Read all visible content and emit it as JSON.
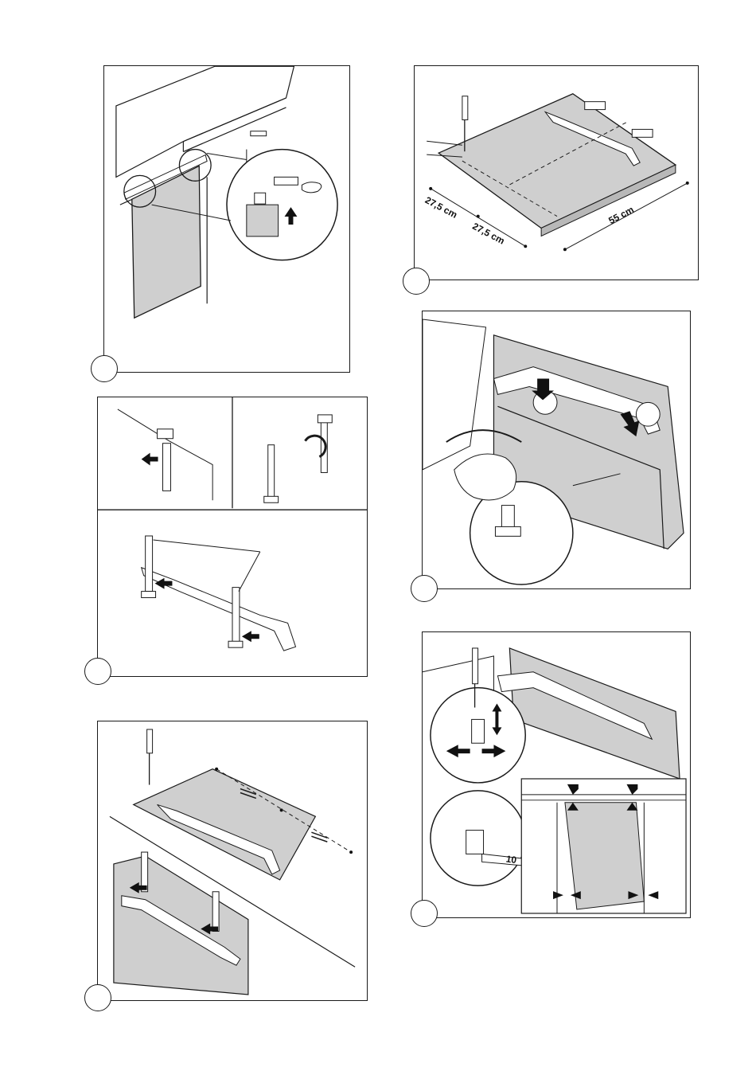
{
  "colors": {
    "panel_fill": "#cfcfcf",
    "line": "#1a1a1a",
    "background": "#ffffff"
  },
  "figure_b": {
    "dimension_left_1": "27,5 cm",
    "dimension_left_2": "27,5 cm",
    "dimension_right": "55 cm"
  },
  "figure_f": {
    "wrench_size": "10"
  },
  "icons": [
    "arrow-icon",
    "screwdriver-icon",
    "wrench-icon",
    "hand-icon",
    "rotate-arrow-icon"
  ]
}
